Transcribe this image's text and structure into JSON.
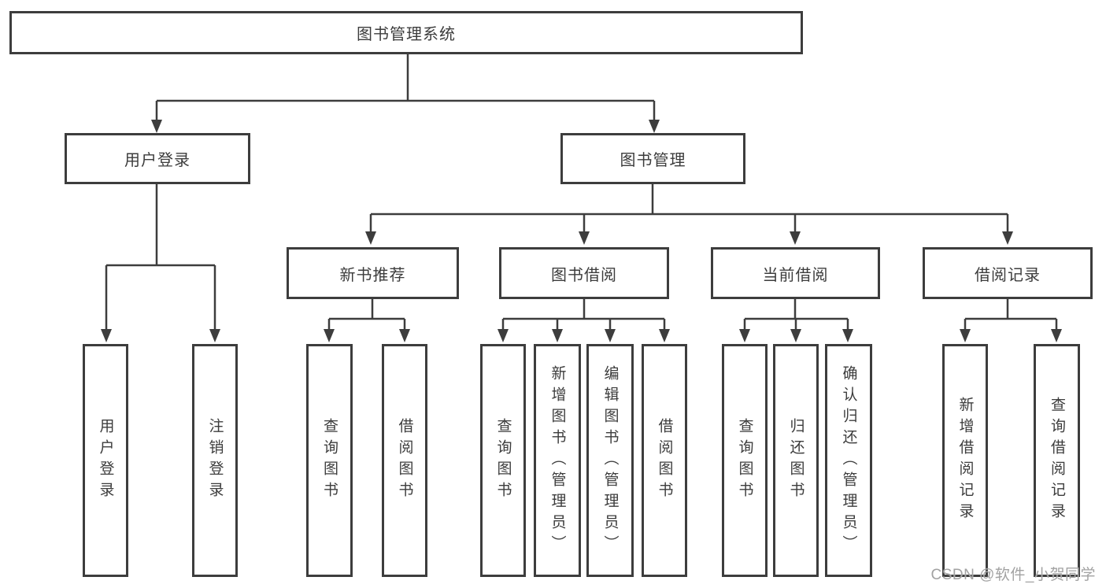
{
  "root": {
    "label": "图书管理系统"
  },
  "branches": [
    {
      "label": "用户登录",
      "children": [
        {
          "label": "用户登录"
        },
        {
          "label": "注销登录"
        }
      ]
    },
    {
      "label": "图书管理",
      "children": [
        {
          "label": "新书推荐",
          "children": [
            {
              "label": "查询图书"
            },
            {
              "label": "借阅图书"
            }
          ]
        },
        {
          "label": "图书借阅",
          "children": [
            {
              "label": "查询图书"
            },
            {
              "label": "新增图书（管理员）"
            },
            {
              "label": "编辑图书（管理员）"
            },
            {
              "label": "借阅图书"
            }
          ]
        },
        {
          "label": "当前借阅",
          "children": [
            {
              "label": "查询图书"
            },
            {
              "label": "归还图书"
            },
            {
              "label": "确认归还（管理员）"
            }
          ]
        },
        {
          "label": "借阅记录",
          "children": [
            {
              "label": "新增借阅记录"
            },
            {
              "label": "查询借阅记录"
            }
          ]
        }
      ]
    }
  ],
  "watermark": {
    "text": "CSDN @软件_小贺同学"
  },
  "colors": {
    "line": "#3d3d3d",
    "text": "#3c3c3c",
    "watermark": "#a2a2a2",
    "background": "#ffffff"
  }
}
